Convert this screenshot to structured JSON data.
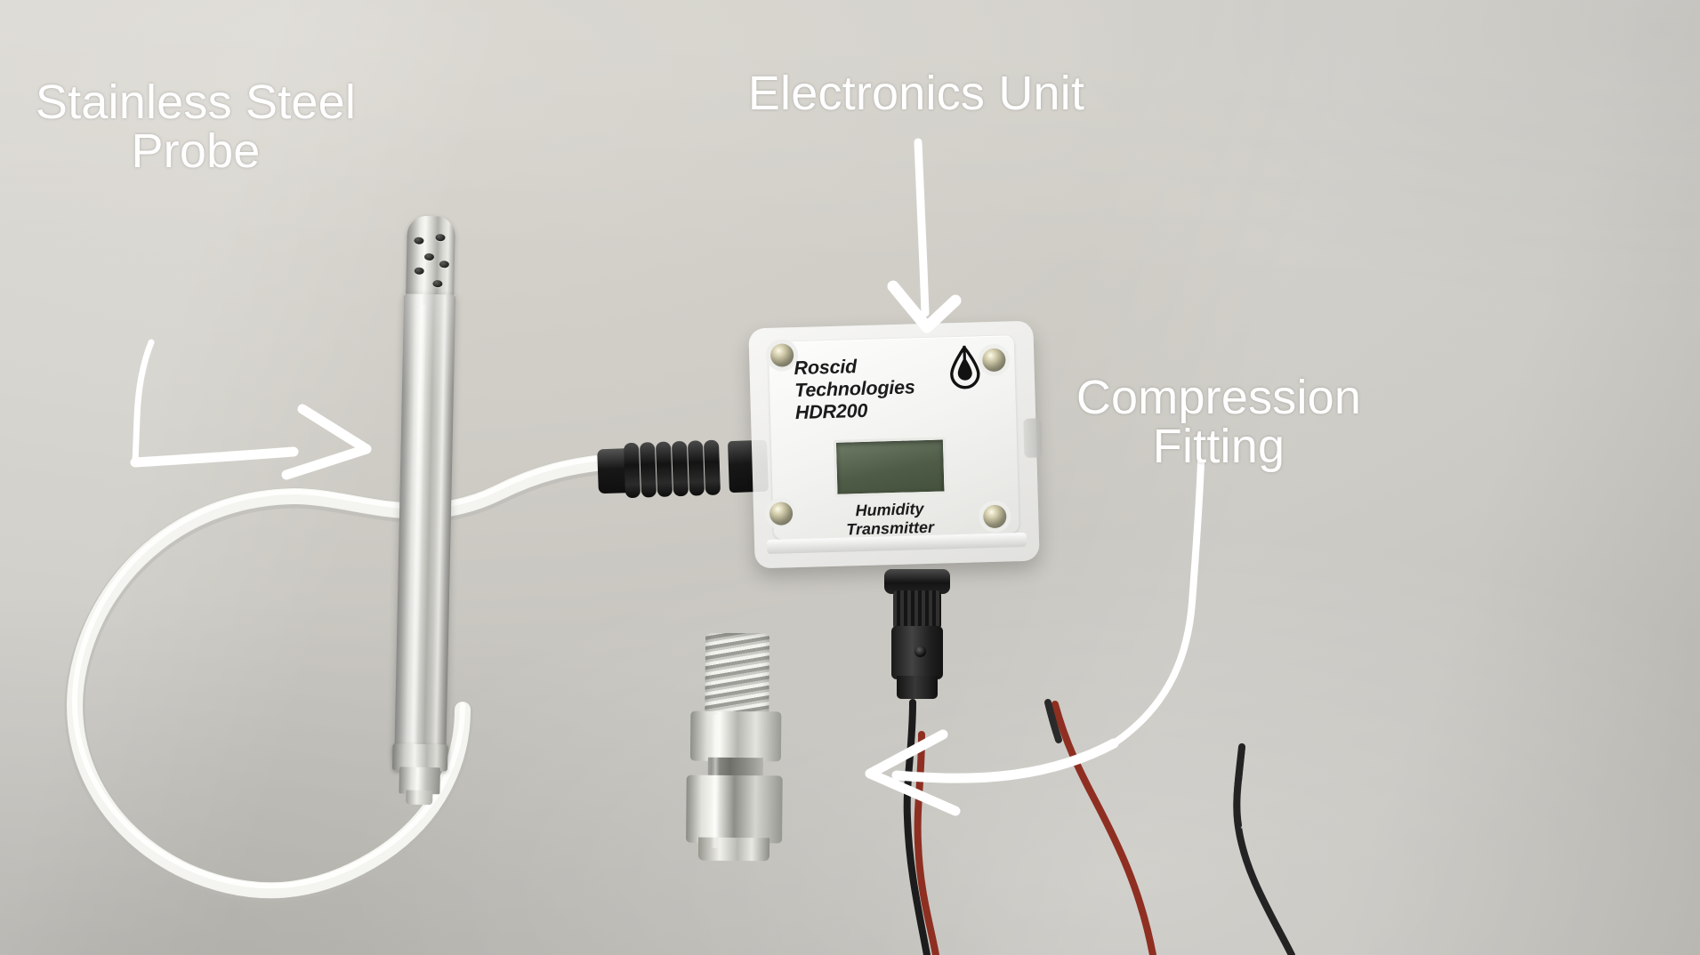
{
  "image": {
    "subject": "Roscid Technologies HDR200 Humidity Transmitter with remote probe",
    "background_color": "#cbc9c3"
  },
  "annotations": {
    "color": "#ffffff",
    "items": [
      {
        "id": "probe",
        "label": "Stainless Steel\nProbe",
        "arrow": "elbow-down-right",
        "points_to": "stainless-steel-probe"
      },
      {
        "id": "unit",
        "label": "Electronics Unit",
        "arrow": "straight-down",
        "points_to": "electronics-unit"
      },
      {
        "id": "fitting",
        "label": "Compression\nFitting",
        "arrow": "elbow-down-left",
        "points_to": "compression-fitting"
      }
    ]
  },
  "device": {
    "enclosure": {
      "brand_line_1": "Roscid",
      "brand_line_2": "Technologies",
      "model": "HDR200",
      "function_line_1": "Humidity",
      "function_line_2": "Transmitter",
      "logo": "water-droplet-logo",
      "display": {
        "type": "lcd",
        "value": "",
        "screen_color": "#4f5c47"
      },
      "screw_count": 4,
      "body_color": "#f4f4f2"
    },
    "cable_gland": {
      "color": "#141414",
      "style": "ribbed-strain-relief"
    },
    "connector": {
      "color": "#1a1a1a",
      "style": "m12-circular-connector"
    },
    "probe": {
      "material": "stainless steel",
      "filter_holes": 6,
      "cable_color": "#f2f2ee"
    },
    "compression_fitting": {
      "material": "stainless steel",
      "thread": "npt-male"
    },
    "wires": [
      {
        "name": "power-wire-red",
        "color": "#8e2f22"
      },
      {
        "name": "power-wire-black",
        "color": "#1c1c1c"
      },
      {
        "name": "signal-wire-black",
        "color": "#232323"
      }
    ]
  }
}
